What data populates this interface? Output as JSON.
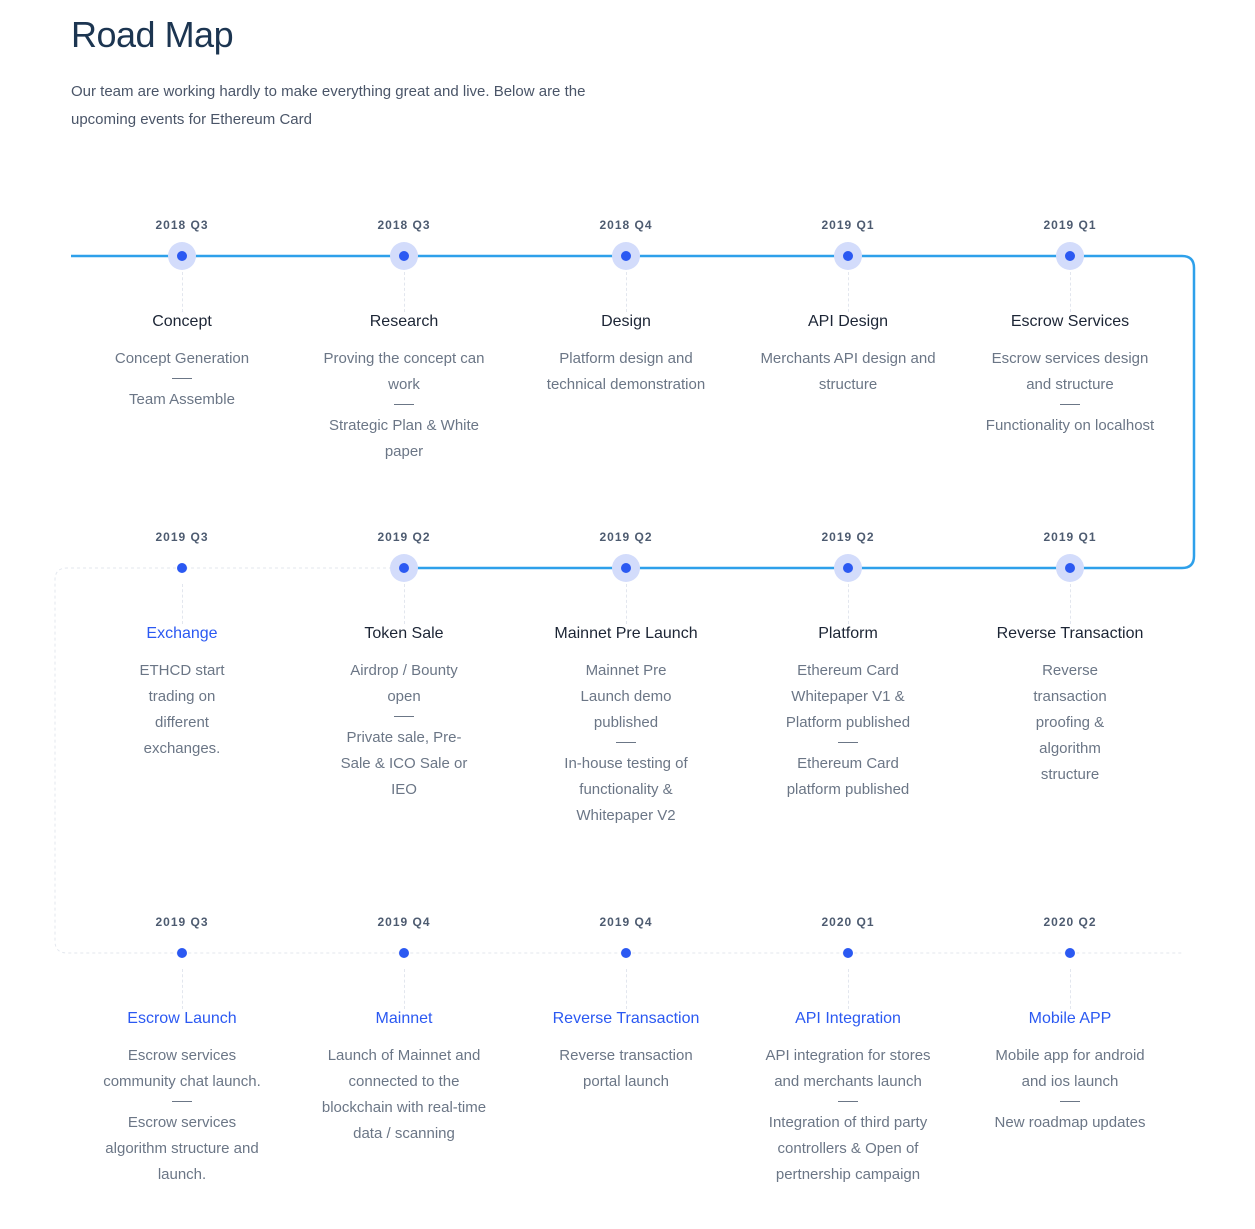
{
  "header": {
    "title": "Road Map",
    "subtitle": "Our team are working hardly to make everything great and live. Below are the upcoming events for Ethereum Card"
  },
  "colors": {
    "accent": "#2b59f2",
    "timeline": "#2ea0ea",
    "ring": "#d3dcfb",
    "heading": "#1c3551",
    "body_text": "#6b7686"
  },
  "rows": [
    {
      "milestones": [
        {
          "date": "2018 Q3",
          "title": "Concept",
          "title_link": false,
          "ring": true,
          "lines": [
            "Concept Generation",
            "Team Assemble"
          ],
          "separators_after": [
            0
          ]
        },
        {
          "date": "2018 Q3",
          "title": "Research",
          "title_link": false,
          "ring": true,
          "lines": [
            "Proving the concept can",
            "work",
            "Strategic Plan & White",
            "paper"
          ],
          "separators_after": [
            1
          ]
        },
        {
          "date": "2018 Q4",
          "title": "Design",
          "title_link": false,
          "ring": true,
          "lines": [
            "Platform design and",
            "technical demonstration"
          ],
          "separators_after": []
        },
        {
          "date": "2019 Q1",
          "title": "API Design",
          "title_link": false,
          "ring": true,
          "lines": [
            "Merchants API design and",
            "structure"
          ],
          "separators_after": []
        },
        {
          "date": "2019 Q1",
          "title": "Escrow Services",
          "title_link": false,
          "ring": true,
          "lines": [
            "Escrow services design",
            "and structure",
            "Functionality on localhost"
          ],
          "separators_after": [
            1
          ]
        }
      ]
    },
    {
      "milestones": [
        {
          "date": "2019 Q3",
          "title": "Exchange",
          "title_link": true,
          "ring": false,
          "lines": [
            "ETHCD start",
            "trading on",
            "different",
            "exchanges."
          ],
          "separators_after": []
        },
        {
          "date": "2019 Q2",
          "title": "Token Sale",
          "title_link": false,
          "ring": true,
          "lines": [
            "Airdrop / Bounty",
            "open",
            "Private sale, Pre-",
            "Sale & ICO Sale or",
            "IEO"
          ],
          "separators_after": [
            1
          ]
        },
        {
          "date": "2019 Q2",
          "title": "Mainnet Pre Launch",
          "title_link": false,
          "ring": true,
          "lines": [
            "Mainnet Pre",
            "Launch demo",
            "published",
            "In-house testing of",
            "functionality &",
            "Whitepaper V2"
          ],
          "separators_after": [
            2
          ]
        },
        {
          "date": "2019 Q2",
          "title": "Platform",
          "title_link": false,
          "ring": true,
          "lines": [
            "Ethereum Card",
            "Whitepaper V1 &",
            "Platform published",
            "Ethereum Card",
            "platform published"
          ],
          "separators_after": [
            2
          ]
        },
        {
          "date": "2019 Q1",
          "title": "Reverse Transaction",
          "title_link": false,
          "ring": true,
          "lines": [
            "Reverse",
            "transaction",
            "proofing &",
            "algorithm",
            "structure"
          ],
          "separators_after": []
        }
      ]
    },
    {
      "milestones": [
        {
          "date": "2019 Q3",
          "title": "Escrow Launch",
          "title_link": true,
          "ring": false,
          "lines": [
            "Escrow services",
            "community chat launch.",
            "Escrow services",
            "algorithm structure and",
            "launch."
          ],
          "separators_after": [
            1
          ]
        },
        {
          "date": "2019 Q4",
          "title": "Mainnet",
          "title_link": true,
          "ring": false,
          "lines": [
            "Launch of Mainnet and",
            "connected to the",
            "blockchain with real-time",
            "data / scanning"
          ],
          "separators_after": []
        },
        {
          "date": "2019 Q4",
          "title": "Reverse Transaction",
          "title_link": true,
          "ring": false,
          "lines": [
            "Reverse transaction",
            "portal launch"
          ],
          "separators_after": []
        },
        {
          "date": "2020 Q1",
          "title": "API Integration",
          "title_link": true,
          "ring": false,
          "lines": [
            "API integration for stores",
            "and merchants launch",
            "Integration of third party",
            "controllers & Open of",
            "pertnership campaign"
          ],
          "separators_after": [
            1
          ]
        },
        {
          "date": "2020 Q2",
          "title": "Mobile APP",
          "title_link": true,
          "ring": false,
          "lines": [
            "Mobile app for android",
            "and ios launch",
            "New roadmap updates"
          ],
          "separators_after": [
            1
          ]
        }
      ]
    }
  ]
}
